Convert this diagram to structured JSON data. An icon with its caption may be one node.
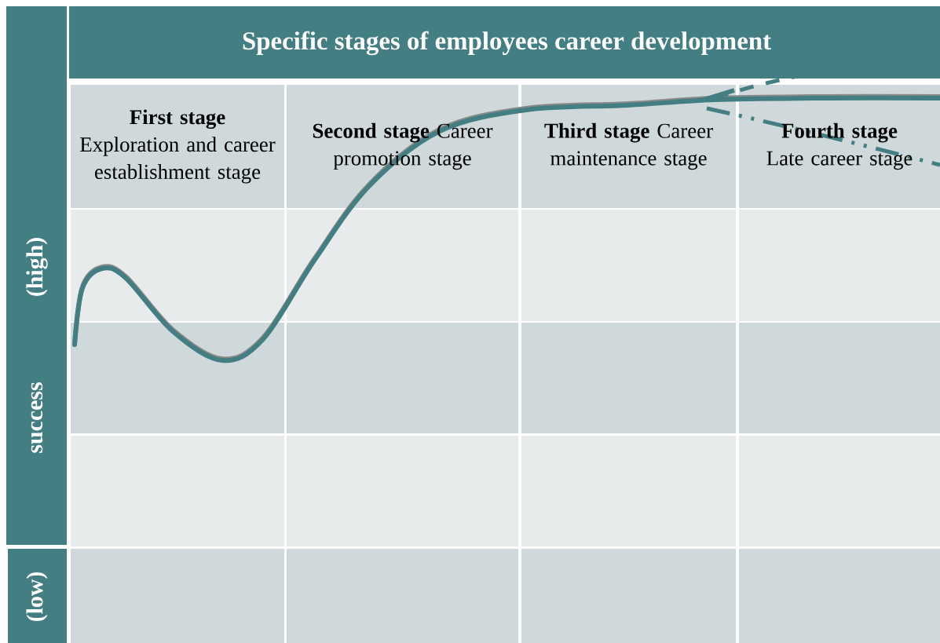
{
  "diagram": {
    "title": "Specific stages of employees career development",
    "nodes": [
      {
        "text": [
          "First stage",
          "Exploration and career establishment stage"
        ]
      },
      {
        "text": [
          "Second stage",
          "Career promotion stage"
        ]
      },
      {
        "text": [
          "Third stage",
          "Career maintenance stage"
        ]
      },
      {
        "text": [
          "Fourth stage",
          "Late career stage"
        ]
      }
    ],
    "labels": [
      "(high)",
      "success",
      "(low)"
    ]
  }
}
